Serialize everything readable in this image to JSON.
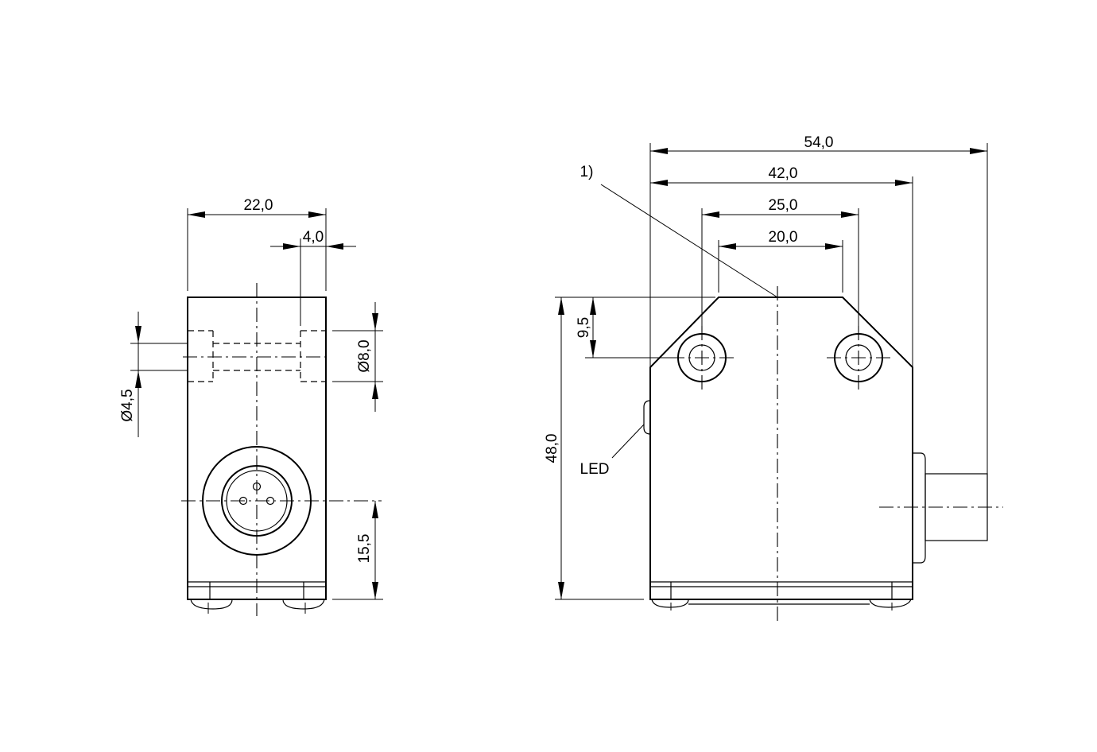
{
  "front_view": {
    "width_dim": "22,0",
    "offset_dim": "4,0",
    "hole_dia_small": "Ø4,5",
    "hole_dia_large": "Ø8,0",
    "connector_height_dim": "15,5"
  },
  "side_view": {
    "overall_length_dim": "54,0",
    "body_width_dim": "42,0",
    "hole_spacing_outer_dim": "25,0",
    "hole_spacing_inner_dim": "20,0",
    "hole_offset_dim": "9,5",
    "height_dim": "48,0",
    "led_label": "LED",
    "note_marker": "1)"
  }
}
